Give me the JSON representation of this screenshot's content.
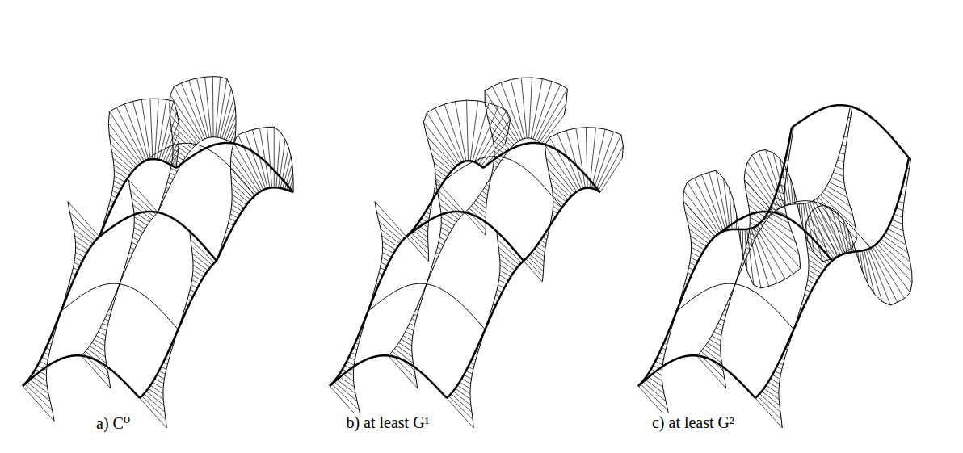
{
  "diagram": {
    "labels": [
      "a) C⁰",
      "b) at least G¹",
      "c) at least G²"
    ]
  }
}
